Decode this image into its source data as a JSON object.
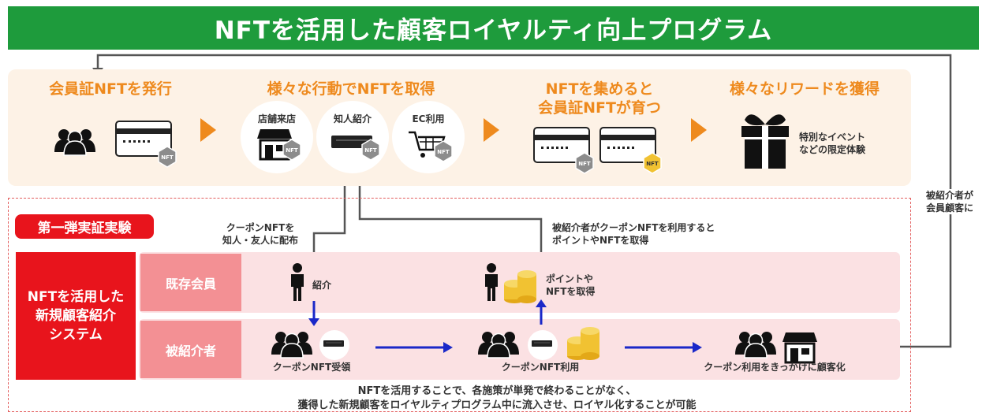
{
  "title": "NFTを活用した顧客ロイヤルティ向上プログラム",
  "colors": {
    "title_bg": "#1e9b3c",
    "accent_orange": "#ee8a1e",
    "panel_bg": "#fdf2e6",
    "red": "#e8141c",
    "pink_band": "#fbe1e3",
    "pink_label": "#f39094",
    "blue_arrow": "#1a28c8",
    "gray_line": "#555555"
  },
  "steps": [
    {
      "title": "会員証NFTを発行",
      "icons": [
        "group-icon",
        "membership-card-icon",
        "nft-badge-icon"
      ]
    },
    {
      "title": "様々な行動でNFTを取得",
      "circles": [
        {
          "label": "店舗来店",
          "icon": "store-icon"
        },
        {
          "label": "知人紹介",
          "icon": "coupon-icon"
        },
        {
          "label": "EC利用",
          "icon": "cart-icon"
        }
      ]
    },
    {
      "title_line1": "NFTを集めると",
      "title_line2": "会員証NFTが育つ",
      "icons": [
        "membership-card-icon",
        "membership-card-gold-icon"
      ]
    },
    {
      "title": "様々なリワードを獲得",
      "reward_line1": "特別なイベント",
      "reward_line2": "などの限定体験",
      "icons": [
        "gift-box-icon"
      ]
    }
  ],
  "nft_badge": "NFT",
  "side_note_line1": "被紹介者が",
  "side_note_line2": "会員顧客に",
  "experiment_label": "第一弾実証実験",
  "system_label_line1": "NFTを活用した",
  "system_label_line2": "新規顧客紹介",
  "system_label_line3": "システム",
  "rows": {
    "existing": "既存会員",
    "referred": "被紹介者"
  },
  "notes": {
    "coupon_line1": "クーポンNFTを",
    "coupon_line2": "知人・友人に配布",
    "reward_line1": "被紹介者がクーポンNFTを利用すると",
    "reward_line2": "ポイントやNFTを取得",
    "introduce": "紹介",
    "points_line1": "ポイントや",
    "points_line2": "NFTを取得",
    "receive": "クーポンNFT受領",
    "use": "クーポンNFT利用",
    "convert": "クーポン利用をきっかけに顧客化"
  },
  "footer_line1": "NFTを活用することで、各施策が単発で終わることがなく、",
  "footer_line2": "獲得した新規顧客をロイヤルティプログラム中に流入させ、ロイヤル化することが可能"
}
